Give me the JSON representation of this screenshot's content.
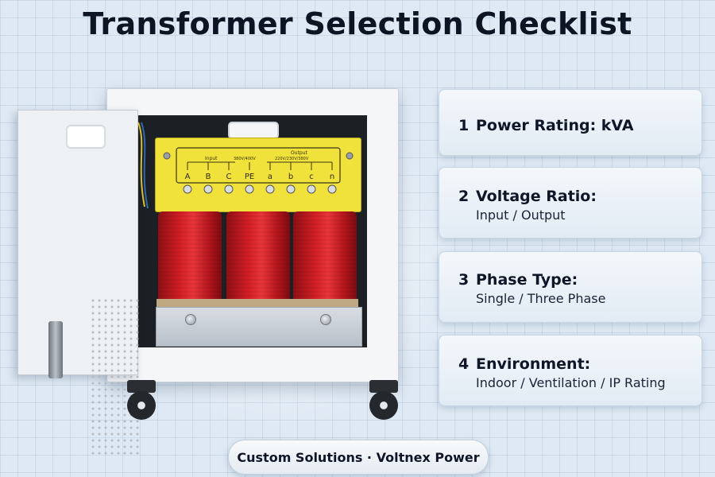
{
  "page": {
    "title": "Transformer Selection Checklist"
  },
  "transformer": {
    "plate": {
      "input_label": "Input",
      "output_label": "Output",
      "input_spec": "380V/400V",
      "output_spec": "220V/230V/380V",
      "terminals": [
        "A",
        "B",
        "C",
        "PE",
        "a",
        "b",
        "c",
        "n"
      ]
    },
    "colors": {
      "nameplate": "#f1e23b",
      "coils": "#d21f25",
      "cabinet": "#f4f6f8"
    }
  },
  "checklist": [
    {
      "number": "1",
      "title": "Power Rating: kVA",
      "detail": ""
    },
    {
      "number": "2",
      "title": "Voltage Ratio:",
      "detail": "Input / Output"
    },
    {
      "number": "3",
      "title": "Phase Type:",
      "detail": "Single / Three Phase"
    },
    {
      "number": "4",
      "title": "Environment:",
      "detail": "Indoor / Ventilation / IP Rating"
    }
  ],
  "footer": {
    "label": "Custom Solutions · Voltnex Power"
  }
}
